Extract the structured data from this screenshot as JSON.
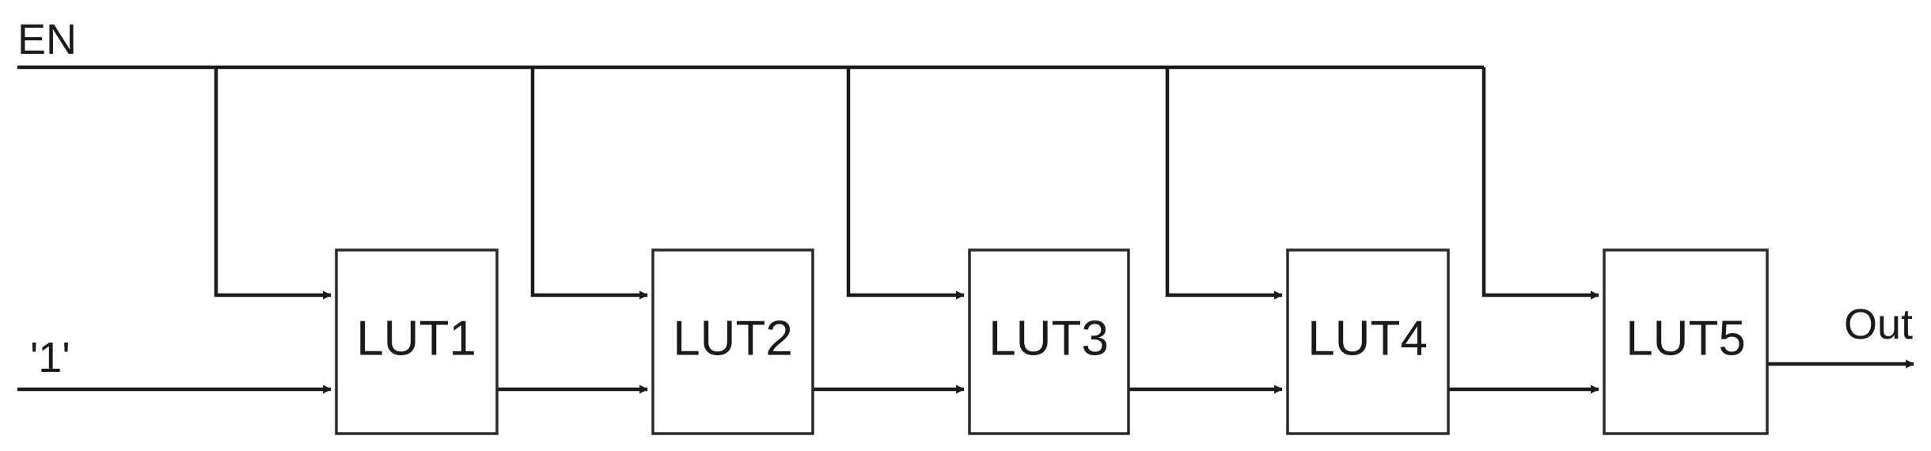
{
  "signals": {
    "enable": "EN",
    "input": "'1'",
    "output": "Out"
  },
  "blocks": [
    "LUT1",
    "LUT2",
    "LUT3",
    "LUT4",
    "LUT5"
  ],
  "colors": {
    "line": "#1a1a1a",
    "box_stroke": "#2a2a2a",
    "background": "#ffffff"
  }
}
